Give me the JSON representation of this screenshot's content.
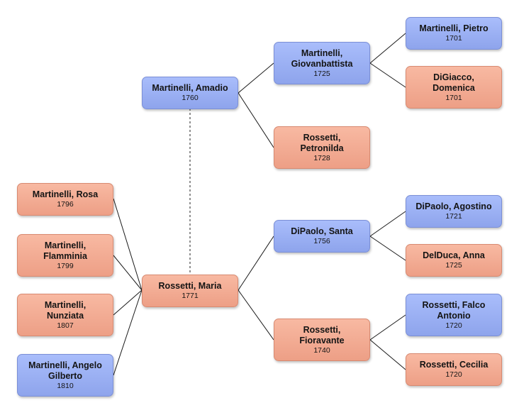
{
  "people": {
    "rosa": {
      "name": "Martinelli, Rosa",
      "year": "1796",
      "sex": "female"
    },
    "flamminia": {
      "name": "Martinelli, Flamminia",
      "year": "1799",
      "sex": "female"
    },
    "nunziata": {
      "name": "Martinelli, Nunziata",
      "year": "1807",
      "sex": "female"
    },
    "angelo": {
      "name": "Martinelli, Angelo Gilberto",
      "year": "1810",
      "sex": "male"
    },
    "amadio": {
      "name": "Martinelli, Amadio",
      "year": "1760",
      "sex": "male"
    },
    "maria": {
      "name": "Rossetti, Maria",
      "year": "1771",
      "sex": "female"
    },
    "giovanbattista": {
      "name": "Martinelli, Giovanbattista",
      "year": "1725",
      "sex": "male"
    },
    "petronilda": {
      "name": "Rossetti, Petronilda",
      "year": "1728",
      "sex": "female"
    },
    "santa": {
      "name": "DiPaolo, Santa",
      "year": "1756",
      "sex": "male"
    },
    "fioravante": {
      "name": "Rossetti, Fioravante",
      "year": "1740",
      "sex": "female"
    },
    "pietro": {
      "name": "Martinelli, Pietro",
      "year": "1701",
      "sex": "male"
    },
    "domenica": {
      "name": "DiGiacco, Domenica",
      "year": "1701",
      "sex": "female"
    },
    "agostino": {
      "name": "DiPaolo, Agostino",
      "year": "1721",
      "sex": "male"
    },
    "anna": {
      "name": "DelDuca, Anna",
      "year": "1725",
      "sex": "female"
    },
    "falco": {
      "name": "Rossetti, Falco Antonio",
      "year": "1720",
      "sex": "male"
    },
    "cecilia": {
      "name": "Rossetti, Cecilia",
      "year": "1720",
      "sex": "female"
    }
  },
  "colors": {
    "male": "#94a9f0",
    "female": "#f2a68d",
    "line": "#1a1a1a"
  }
}
